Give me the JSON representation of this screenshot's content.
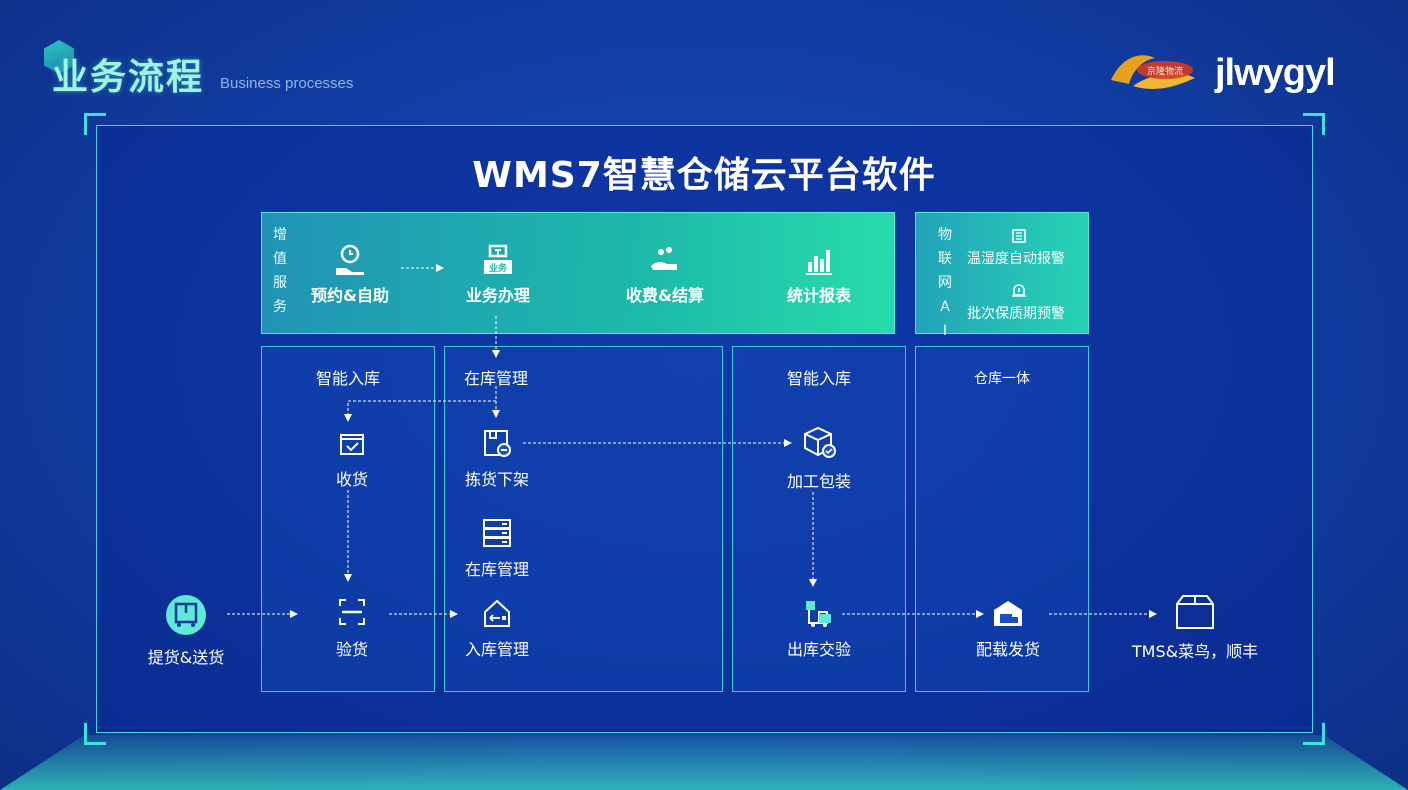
{
  "header": {
    "title": "业务流程",
    "subtitle": "Business processes",
    "logo_text": "jlwygyl",
    "logo_mark_text": "京隆物流"
  },
  "main_title": "WMS7智慧仓储云平台软件",
  "value_added": {
    "label_chars": [
      "增",
      "值",
      "服",
      "务"
    ],
    "items": [
      {
        "label": "预约&自助",
        "icon": "appointment-hand-icon"
      },
      {
        "label": "业务办理",
        "icon": "business-stamp-icon"
      },
      {
        "label": "收费&结算",
        "icon": "payment-hand-icon"
      },
      {
        "label": "统计报表",
        "icon": "bar-chart-icon"
      }
    ]
  },
  "iot": {
    "label_chars": [
      "物",
      "联",
      "网",
      "A",
      "I"
    ],
    "items": [
      {
        "label": "温湿度自动报警",
        "icon": "sensor-icon"
      },
      {
        "label": "批次保质期预警",
        "icon": "alarm-bell-icon"
      }
    ]
  },
  "columns": {
    "a": {
      "title": "智能入库"
    },
    "b": {
      "title": "在库管理"
    },
    "c": {
      "title": "智能入库"
    },
    "d": {
      "title": "仓库一体"
    }
  },
  "nodes": {
    "pickup": "提货&送货",
    "receive": "收货",
    "inspect": "验货",
    "pick": "拣货下架",
    "instock": "在库管理",
    "inbound": "入库管理",
    "process": "加工包装",
    "outbound_check": "出库交验",
    "ship": "配载发货",
    "tms": "TMS&菜鸟，顺丰"
  },
  "colors": {
    "accent": "#3fe0e0",
    "band_start": "#28b4be",
    "band_end": "#28dcaa",
    "background": "#1240a8"
  }
}
